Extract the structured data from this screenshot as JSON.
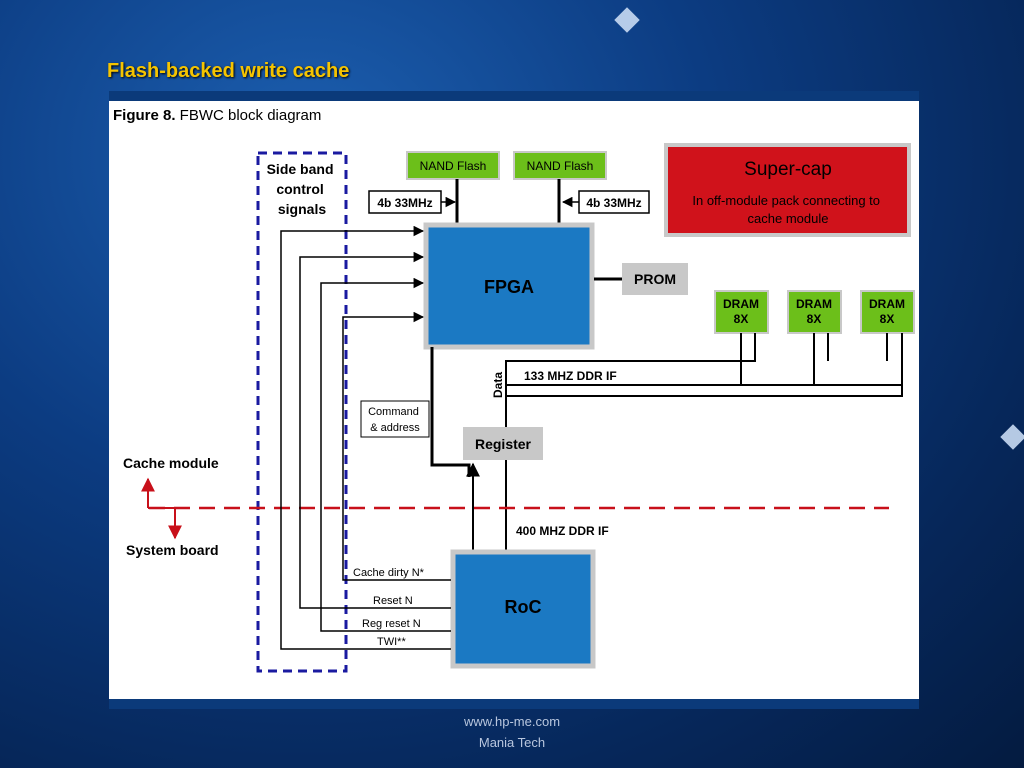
{
  "slide": {
    "title": "Flash-backed write cache",
    "footer_line1": "www.hp-me.com",
    "footer_line2": "Mania Tech"
  },
  "figure": {
    "caption_bold": "Figure 8.",
    "caption_text": " FBWC block diagram",
    "side_band": [
      "Side band",
      "control",
      "signals"
    ],
    "nand_flash_1": "NAND Flash",
    "nand_flash_2": "NAND Flash",
    "bus_4b_1": "4b 33MHz",
    "bus_4b_2": "4b 33MHz",
    "supercap_title": "Super-cap",
    "supercap_desc": [
      "In off-module pack connecting to",
      "cache module"
    ],
    "fpga": "FPGA",
    "prom": "PROM",
    "dram": [
      "DRAM",
      "8X"
    ],
    "data_label": "Data",
    "ddr133": "133 MHZ DDR IF",
    "command_address": [
      "Command",
      "& address"
    ],
    "register": "Register",
    "cache_module": "Cache module",
    "system_board": "System board",
    "ddr400": "400 MHZ DDR IF",
    "roc": "RoC",
    "signals": [
      "Cache dirty N*",
      "Reset N",
      "Reg reset N",
      "TWI**"
    ]
  },
  "colors": {
    "title": "#f5c400",
    "green": "#6cbf1a",
    "blue_block": "#1b79c3",
    "supercap_red": "#d0121b",
    "dashed_red": "#c8101a",
    "dashed_blue": "#1a1aa0",
    "grey": "#c8c8c8"
  }
}
